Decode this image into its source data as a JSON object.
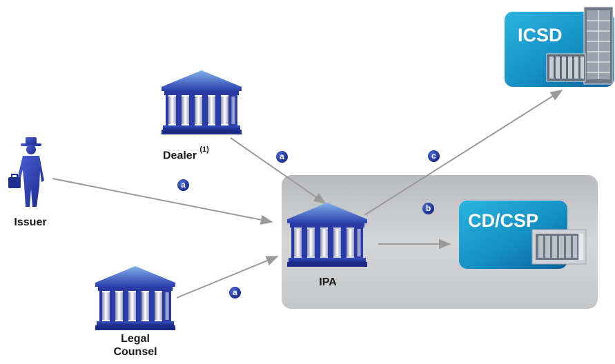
{
  "nodes": {
    "issuer": "Issuer",
    "dealer": "Dealer",
    "dealer_footnote": "(1)",
    "legal_counsel_line1": "Legal",
    "legal_counsel_line2": "Counsel",
    "ipa": "IPA",
    "icsd": "ICSD",
    "cd_csp": "CD/CSP"
  },
  "badges": {
    "dealer_to_ipa": "a",
    "issuer_to_ipa": "a",
    "legal_to_ipa": "a",
    "ipa_to_cdcsp": "b",
    "ipa_to_icsd": "c"
  },
  "colors": {
    "badge": "#1e2f8c",
    "building": "#3046b8",
    "box_teal": "#1aa0cf",
    "arrow": "#999999",
    "panel": "#c9cbcd"
  }
}
